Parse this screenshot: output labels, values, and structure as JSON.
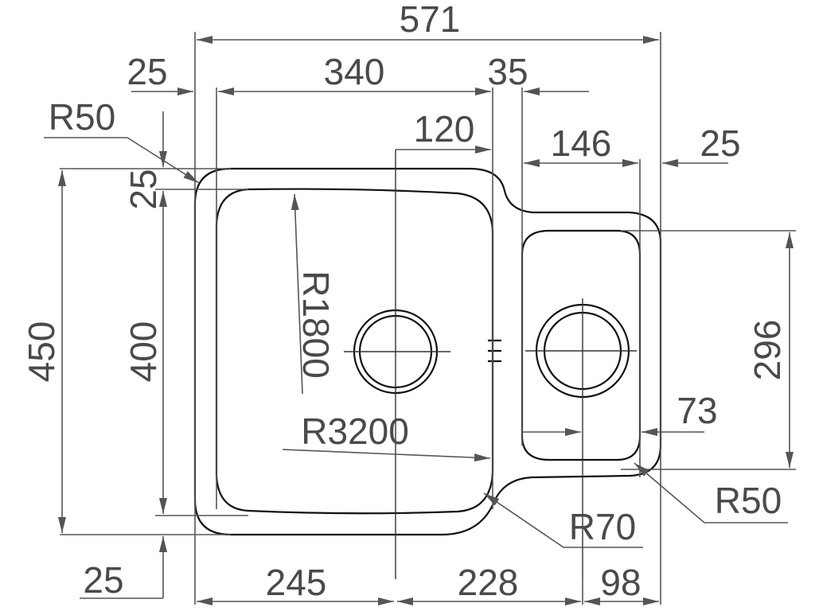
{
  "labels": {
    "total_width": "571",
    "left_margin_top": "25",
    "main_bowl_width": "340",
    "divider_width": "35",
    "corner_radius_outer_top": "R50",
    "drain_offset": "120",
    "small_bowl_width": "146",
    "right_margin_top": "25",
    "top_margin_vertical": "25",
    "total_height": "450",
    "main_bowl_height": "400",
    "bowl_radius_large": "R1800",
    "bowl_radius_bottom": "R3200",
    "small_bowl_height": "296",
    "small_drain_offset": "73",
    "corner_radius_outer_right": "R50",
    "corner_radius_inner": "R70",
    "bottom_margin_vertical": "25",
    "main_drain_position": "245",
    "drain_spacing": "228",
    "small_drain_right": "98"
  },
  "colors": {
    "outline": "#111111",
    "dimension": "#555555",
    "text": "#4a4a4a"
  }
}
